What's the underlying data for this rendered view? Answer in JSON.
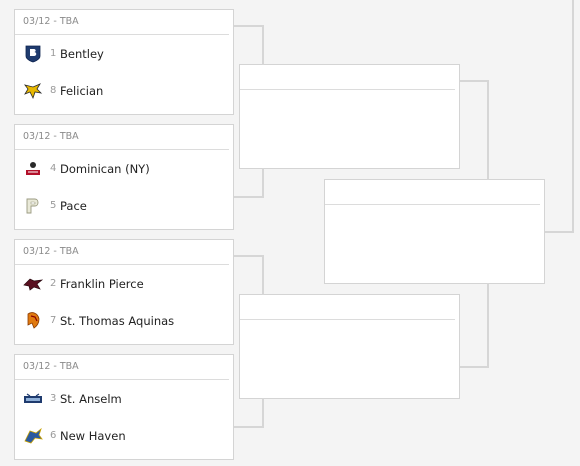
{
  "matches": [
    {
      "header": "03/12 - TBA",
      "teams": [
        {
          "seed": "1",
          "name": "Bentley",
          "logo": "bentley-shield-logo"
        },
        {
          "seed": "8",
          "name": "Felician",
          "logo": "felician-golden-falcon-logo"
        }
      ]
    },
    {
      "header": "03/12 - TBA",
      "teams": [
        {
          "seed": "4",
          "name": "Dominican (NY)",
          "logo": "dominican-chargers-logo"
        },
        {
          "seed": "5",
          "name": "Pace",
          "logo": "pace-p-logo"
        }
      ]
    },
    {
      "header": "03/12 - TBA",
      "teams": [
        {
          "seed": "2",
          "name": "Franklin Pierce",
          "logo": "franklin-pierce-raven-logo"
        },
        {
          "seed": "7",
          "name": "St. Thomas Aquinas",
          "logo": "st-thomas-aquinas-spartan-logo"
        }
      ]
    },
    {
      "header": "03/12 - TBA",
      "teams": [
        {
          "seed": "3",
          "name": "St. Anselm",
          "logo": "st-anselm-hawks-logo"
        },
        {
          "seed": "6",
          "name": "New Haven",
          "logo": "new-haven-charger-logo"
        }
      ]
    }
  ],
  "colors": {
    "background": "#f4f4f4",
    "card": "#ffffff",
    "border": "#d4d4d4",
    "connector": "#d6d6d6",
    "meta_text": "#8a8a8a"
  }
}
